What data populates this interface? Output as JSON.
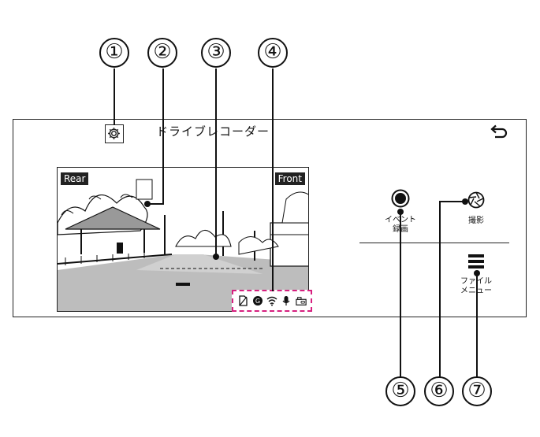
{
  "callouts": [
    "①",
    "②",
    "③",
    "④",
    "⑤",
    "⑥",
    "⑦"
  ],
  "screen": {
    "title": "ドライブレコーダー",
    "settings_icon": "gear-icon",
    "back_icon": "return-arrow-icon"
  },
  "video": {
    "rear_label": "Rear",
    "front_label": "Front"
  },
  "status_icons": [
    "sd-card-icon",
    "gps-icon",
    "wifi-icon",
    "microphone-icon",
    "camera-battery-icon"
  ],
  "buttons": {
    "event_record": {
      "label": "イベント\n録画",
      "icon": "record-icon"
    },
    "photo": {
      "label": "撮影",
      "icon": "shutter-icon"
    },
    "file_menu": {
      "label": "ファイル\nメニュー",
      "icon": "menu-list-icon"
    }
  },
  "colors": {
    "highlight": "#d6207f"
  }
}
